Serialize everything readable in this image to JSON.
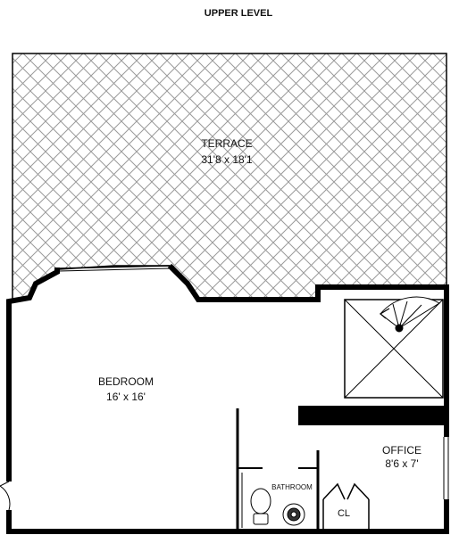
{
  "plan": {
    "title": "UPPER LEVEL",
    "rooms": {
      "terrace": {
        "name": "TERRACE",
        "dims": "31'8 x 18'1"
      },
      "bedroom": {
        "name": "BEDROOM",
        "dims": "16' x 16'"
      },
      "office": {
        "name": "OFFICE",
        "dims": "8'6 x 7'"
      },
      "bathroom": {
        "name": "BATHROOM"
      },
      "closet": {
        "name": "CL"
      }
    },
    "colors": {
      "wall": "#000000",
      "hatch": "#9a9a9a",
      "background": "#ffffff"
    }
  }
}
